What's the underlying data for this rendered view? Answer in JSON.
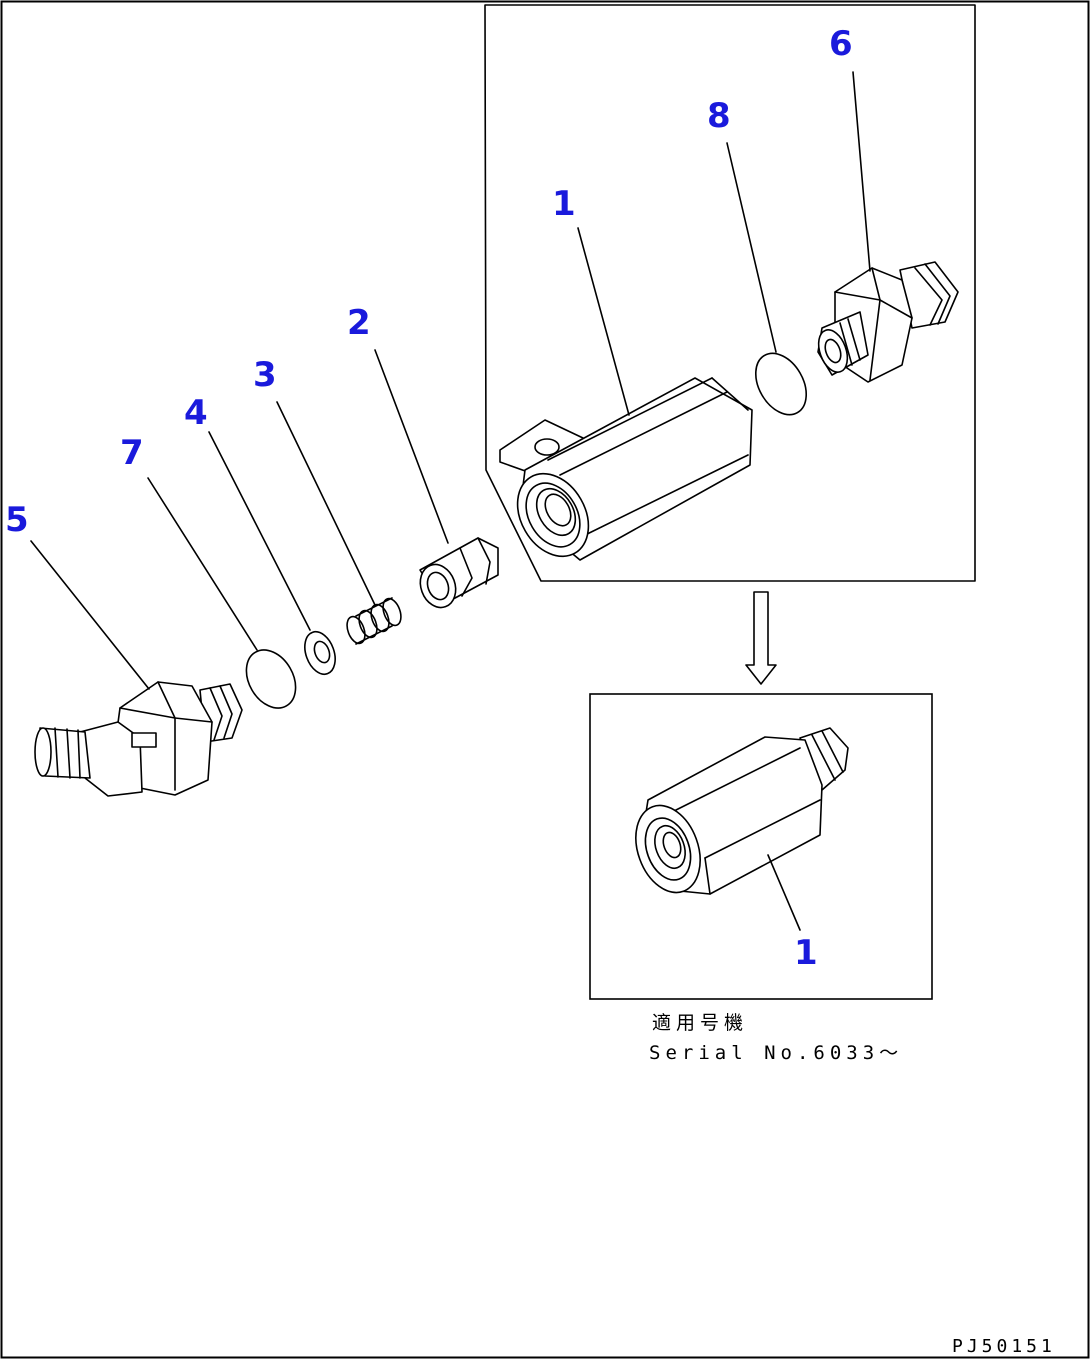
{
  "callouts": {
    "c1_top": "1",
    "c2": "2",
    "c3": "3",
    "c4": "4",
    "c5": "5",
    "c6": "6",
    "c7": "7",
    "c8": "8",
    "c1_bottom": "1"
  },
  "note": {
    "applicable_serial_jp": "適用号機",
    "serial_text": "Serial No.6033～"
  },
  "doc_id": "PJ50151",
  "icons": {
    "arrow": "down-arrow-icon"
  }
}
